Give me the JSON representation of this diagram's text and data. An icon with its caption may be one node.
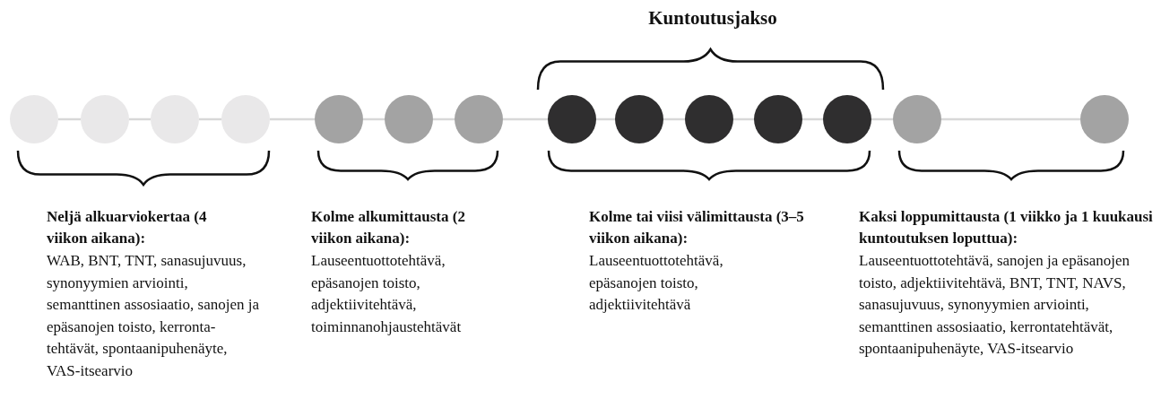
{
  "diagram": {
    "nodes": [
      {
        "text": [],
        "shape": "circle"
      },
      {
        "text": [],
        "shape": "circle"
      },
      {
        "text": [],
        "shape": "circle"
      },
      {
        "text": [],
        "shape": "circle"
      },
      {
        "text": [],
        "shape": "circle"
      },
      {
        "text": [],
        "shape": "circle"
      },
      {
        "text": [],
        "shape": "circle"
      },
      {
        "text": [],
        "shape": "circle"
      },
      {
        "text": [],
        "shape": "circle"
      },
      {
        "text": [],
        "shape": "circle"
      },
      {
        "text": [],
        "shape": "circle"
      },
      {
        "text": [],
        "shape": "circle"
      },
      {
        "text": [],
        "shape": "circle"
      },
      {
        "text": [],
        "shape": "circle"
      }
    ],
    "edges": [
      {
        "from": 0,
        "to": 1,
        "arrow": "none"
      },
      {
        "from": 1,
        "to": 2,
        "arrow": "none"
      },
      {
        "from": 2,
        "to": 3,
        "arrow": "none"
      },
      {
        "from": 3,
        "to": 4,
        "arrow": "none"
      },
      {
        "from": 4,
        "to": 5,
        "arrow": "none"
      },
      {
        "from": 5,
        "to": 6,
        "arrow": "none"
      },
      {
        "from": 6,
        "to": 7,
        "arrow": "none"
      },
      {
        "from": 7,
        "to": 8,
        "arrow": "none"
      },
      {
        "from": 8,
        "to": 9,
        "arrow": "none"
      },
      {
        "from": 9,
        "to": 10,
        "arrow": "none"
      },
      {
        "from": 10,
        "to": 11,
        "arrow": "none"
      },
      {
        "from": 11,
        "to": 12,
        "arrow": "none"
      },
      {
        "from": 12,
        "to": 13,
        "arrow": "none"
      }
    ],
    "labels": [
      "Kuntoutusjakso",
      "Neljä alkuarviokertaa (4 viikon aikana):",
      "WAB, BNT, TNT, sanasujuvuus, synonyymien arviointi, semanttinen assosiaatio, sanojen ja epäsanojen toisto, kerronta-tehtävät, spontaanipuhenäyte, VAS-itsearvio",
      "Kolme alkumittausta (2 viikon aikana):",
      "Lauseentuottotehtävä, epäsanojen toisto, adjektiivitehtävä, toiminnanohjaustehtävät",
      "Kolme tai viisi välimittausta (3–5 viikon aikana):",
      "Lauseentuottotehtävä, epäsanojen toisto, adjektiivitehtävä",
      "Kaksi loppumittausta (1 viikko ja 1 kuukausi kuntoutuksen loputtua):",
      "Lauseentuottotehtävä, sanojen ja epäsanojen toisto, adjektiivitehtävä, BNT, TNT, NAVS, sanasujuvuus, synonyymien arviointi, semanttinen assosiaatio, kerrontatehtävät, spontaanipuhenäyte, VAS-itsearvio"
    ]
  }
}
